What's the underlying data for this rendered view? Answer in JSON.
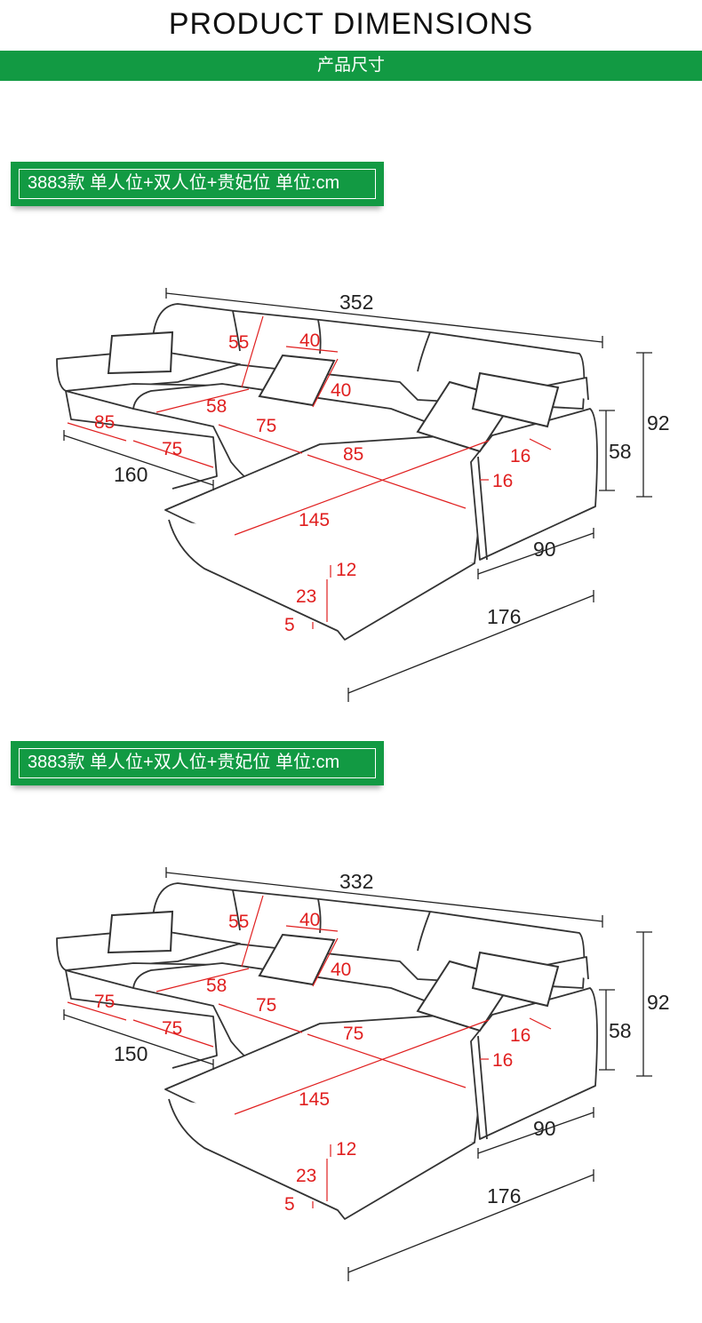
{
  "header": {
    "title": "PRODUCT DIMENSIONS",
    "subtitle": "产品尺寸"
  },
  "colors": {
    "accent": "#129a43",
    "dimension_red": "#e01f1f",
    "outline": "#333333"
  },
  "sections": [
    {
      "label": "3883款 单人位+双人位+贵妃位 单位:cm",
      "dims": {
        "total_length": "352",
        "height": "92",
        "chaise_height": "58",
        "back_height": "55",
        "pillow_w": "40",
        "pillow_h": "40",
        "seat_depth": "58",
        "seat_width_mid": "75",
        "seat_width_left": "85",
        "base_width_mid": "75",
        "chaise_width": "85",
        "armrest_w": "16",
        "armrest_h": "16",
        "chaise_length": "145",
        "cushion_h": "12",
        "base_h": "23",
        "leg_h": "5",
        "depth": "90",
        "chaise_total_depth": "176",
        "left_length": "160"
      }
    },
    {
      "label": "3883款 单人位+双人位+贵妃位 单位:cm",
      "dims": {
        "total_length": "332",
        "height": "92",
        "chaise_height": "58",
        "back_height": "55",
        "pillow_w": "40",
        "pillow_h": "40",
        "seat_depth": "58",
        "seat_width_mid": "75",
        "seat_width_left": "75",
        "base_width_mid": "75",
        "chaise_width": "75",
        "armrest_w": "16",
        "armrest_h": "16",
        "chaise_length": "145",
        "cushion_h": "12",
        "base_h": "23",
        "leg_h": "5",
        "depth": "90",
        "chaise_total_depth": "176",
        "left_length": "150"
      }
    }
  ]
}
